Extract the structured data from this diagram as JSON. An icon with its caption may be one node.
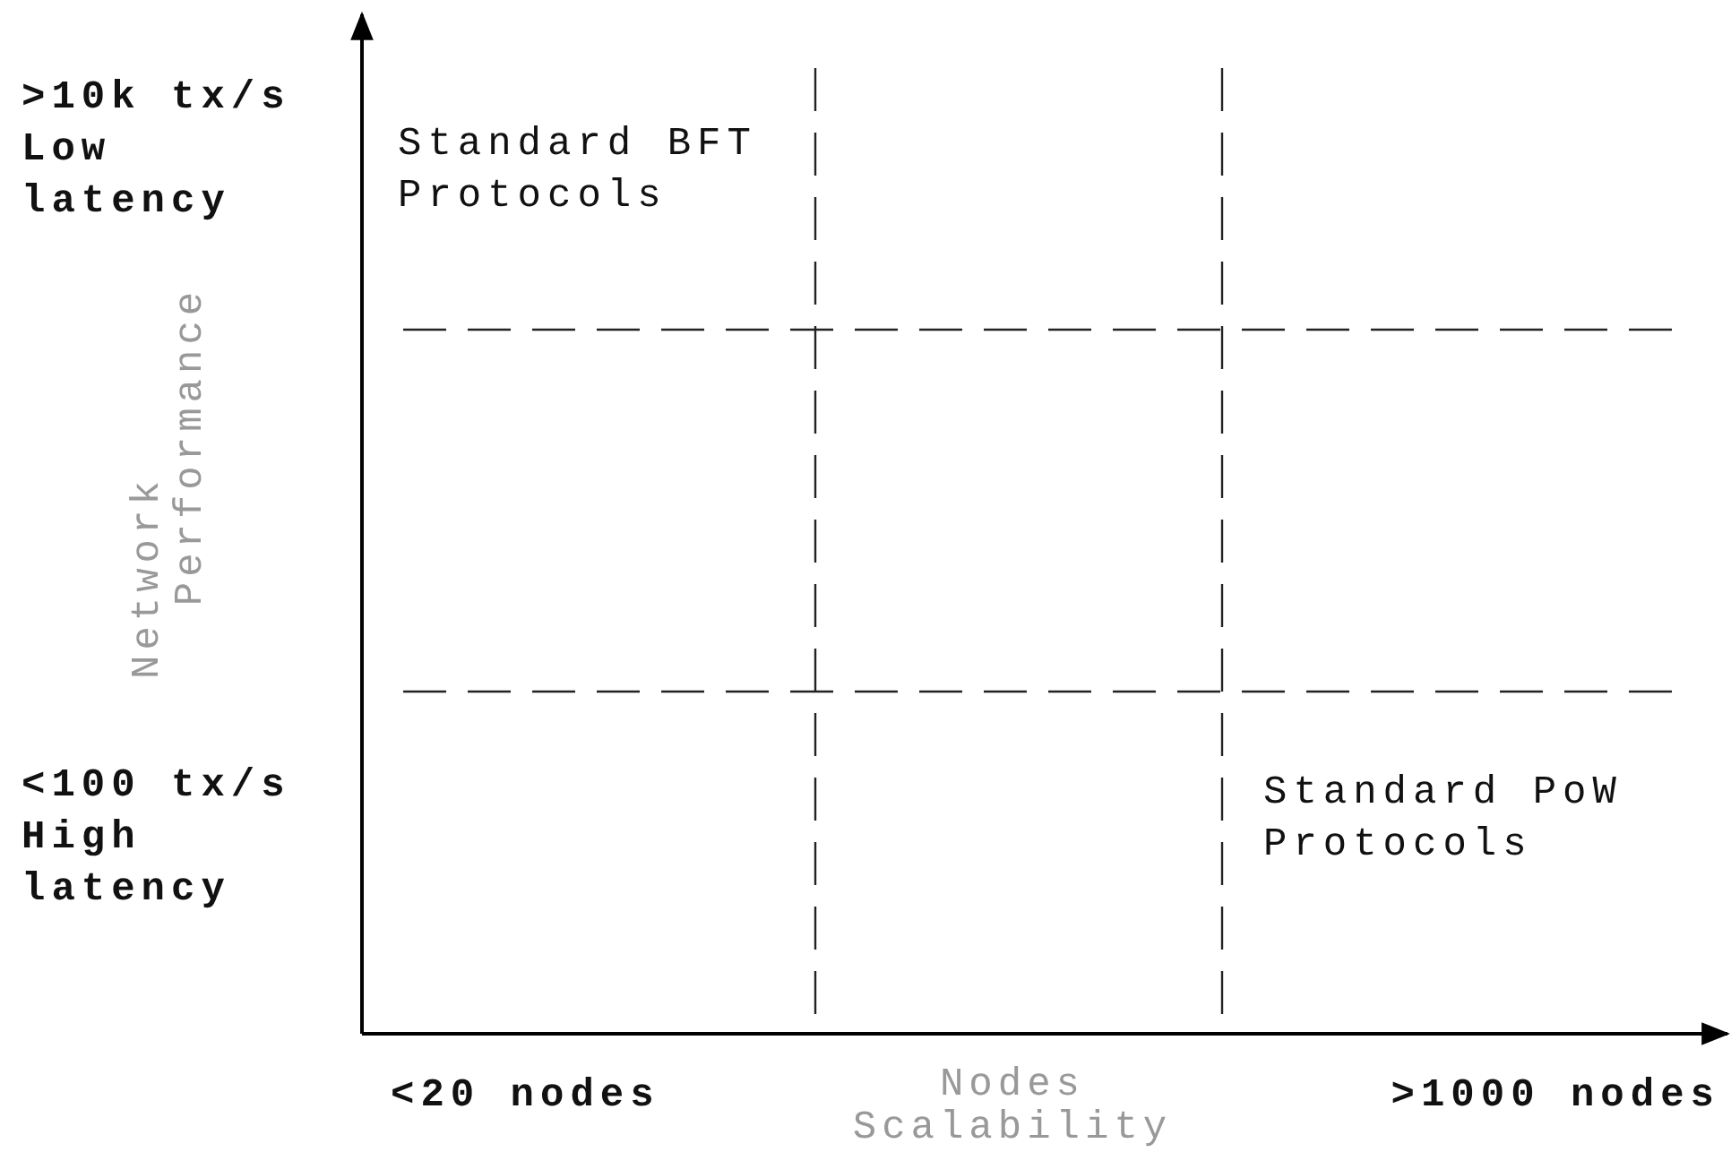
{
  "diagram": {
    "labels": [
      ">10k tx/s Low latency",
      "Standard BFT Protocols",
      "Network Performance",
      "<100 tx/s High latency",
      "Standard PoW Protocols",
      "<20 nodes",
      ">1000 nodes",
      "Nodes Scalability"
    ]
  }
}
